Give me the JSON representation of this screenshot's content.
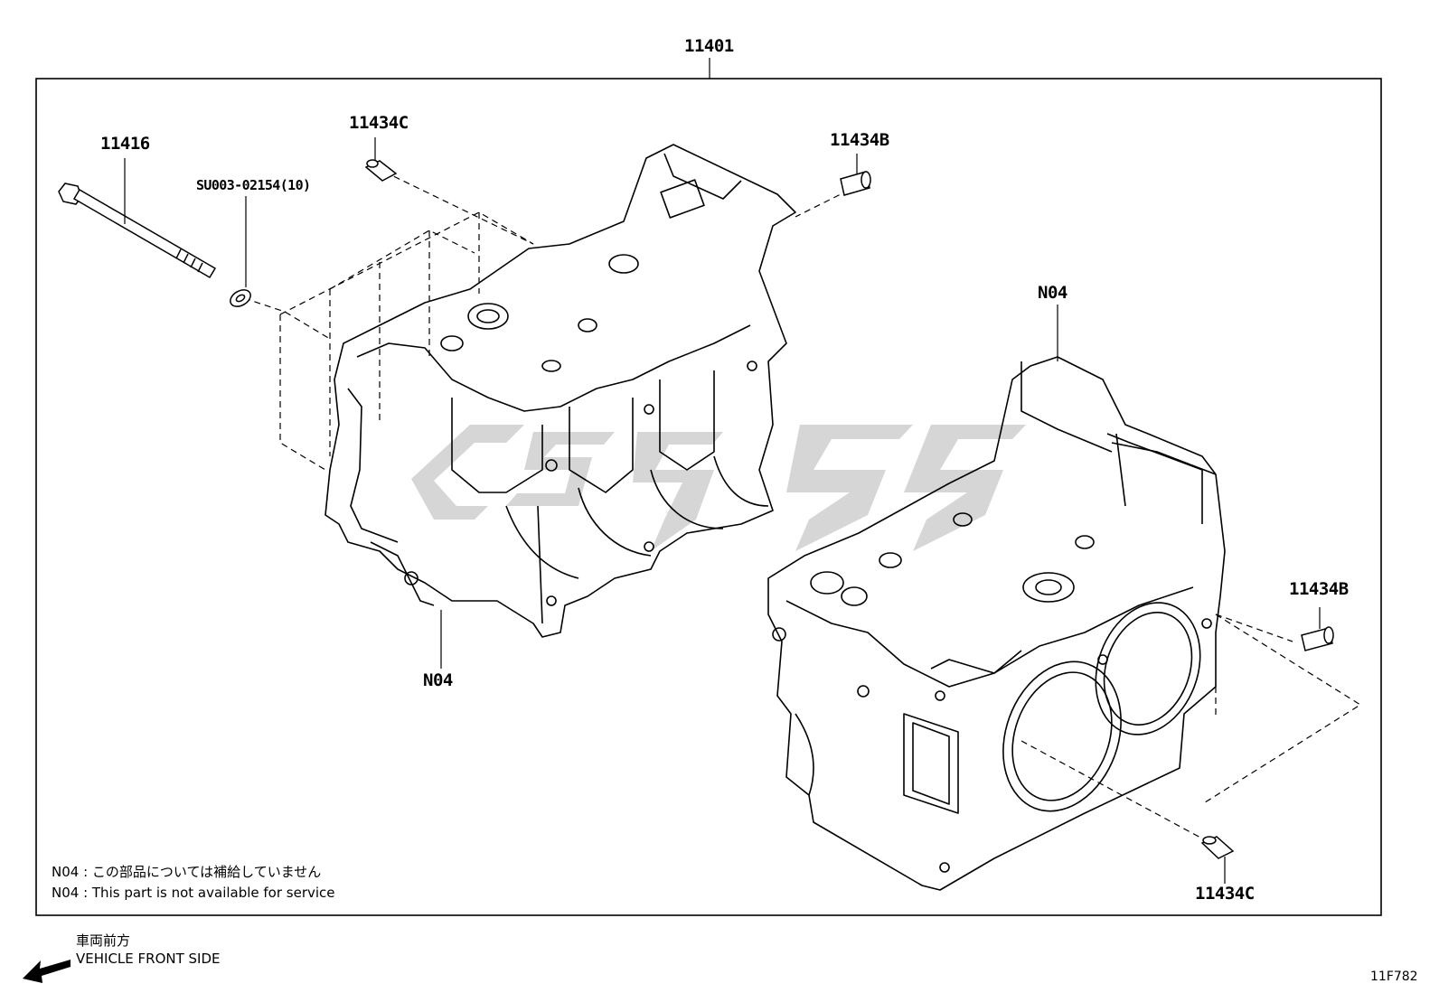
{
  "assembly": {
    "part_number": "11401"
  },
  "callouts": {
    "bolt": "11416",
    "washer": "SU003-02154(10)",
    "pin_c_top": "11434C",
    "pin_b_top": "11434B",
    "pin_b_right": "11434B",
    "pin_c_bottom": "11434C",
    "n04_left": "N04",
    "n04_right": "N04"
  },
  "notes": {
    "ja": "N04 : この部品については補給していません",
    "en": "N04 : This part is not available for service"
  },
  "orientation": {
    "ja": "車両前方",
    "en": "VEHICLE FRONT SIDE"
  },
  "figure_code": "11F782",
  "watermark": {
    "color": "#c8c8c8"
  },
  "colors": {
    "line": "#000000",
    "background": "#ffffff"
  }
}
